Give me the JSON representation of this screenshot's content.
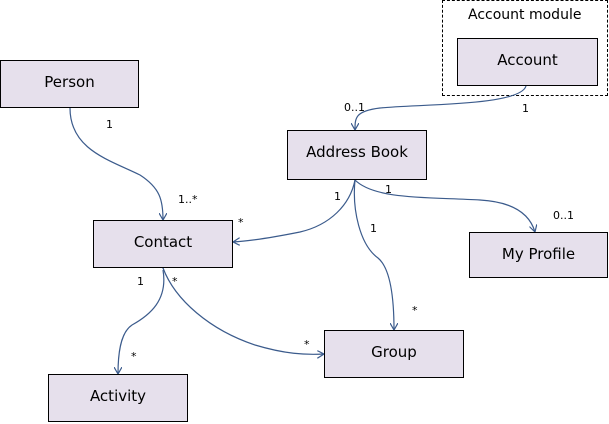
{
  "diagram": {
    "module": {
      "title": "Account module"
    },
    "nodes": {
      "person": "Person",
      "account": "Account",
      "address_book": "Address Book",
      "contact": "Contact",
      "my_profile": "My Profile",
      "group": "Group",
      "activity": "Activity"
    },
    "multiplicities": {
      "person_contact_person_end": "1",
      "person_contact_contact_end": "1..*",
      "account_addressbook_account_end": "1",
      "account_addressbook_addressbook_end": "0..1",
      "addressbook_contact_addressbook_end": "1",
      "addressbook_contact_contact_end": "*",
      "addressbook_myprofile_addressbook_end": "1",
      "addressbook_myprofile_myprofile_end": "0..1",
      "addressbook_group_addressbook_end": "1",
      "addressbook_group_group_end": "*",
      "contact_activity_contact_end": "1",
      "contact_activity_activity_end": "*",
      "contact_group_contact_end": "*",
      "contact_group_group_end": "*"
    },
    "colors": {
      "node_fill": "#e6e0ec",
      "node_border": "#000000",
      "connector": "#3b5b8c"
    }
  }
}
